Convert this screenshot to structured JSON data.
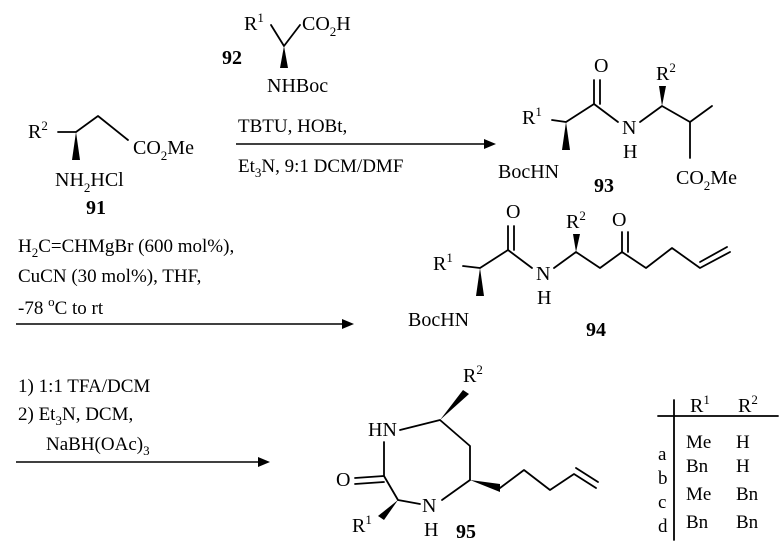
{
  "compound_numbers": {
    "c91": "91",
    "c92": "92",
    "c93": "93",
    "c94": "94",
    "c95": "95"
  },
  "reagent_92": {
    "r1": "R",
    "r1_sup": "1",
    "acid": "CO",
    "acid_sub": "2",
    "acid_end": "H",
    "nhboc": "NHBoc"
  },
  "compound_91": {
    "r2": "R",
    "r2_sup": "2",
    "ester": "CO",
    "ester_sub": "2",
    "ester_end": "Me",
    "amine": "NH",
    "amine_sub": "2",
    "amine_end": "HCl"
  },
  "step1": {
    "line1": "TBTU, HOBt,",
    "line2_a": "Et",
    "line2_sub": "3",
    "line2_b": "N, 9:1 DCM/DMF"
  },
  "compound_93": {
    "r1": "R",
    "r1_sup": "1",
    "r2": "R",
    "r2_sup": "2",
    "o": "O",
    "n": "N",
    "h": "H",
    "bochn": "BocHN",
    "ester": "CO",
    "ester_sub": "2",
    "ester_end": "Me"
  },
  "step2": {
    "line1_a": "H",
    "line1_sub": "2",
    "line1_b": "C=CHMgBr (600 mol%),",
    "line2": "CuCN (30 mol%), THF,",
    "line3_a": "-78 ",
    "line3_sup": "o",
    "line3_b": "C to  rt"
  },
  "compound_94": {
    "r1": "R",
    "r1_sup": "1",
    "r2": "R",
    "r2_sup": "2",
    "o1": "O",
    "o2": "O",
    "n": "N",
    "h": "H",
    "bochn": "BocHN"
  },
  "step3": {
    "line1": "1) 1:1 TFA/DCM",
    "line2_a": "2) Et",
    "line2_sub": "3",
    "line2_b": "N, DCM,",
    "line3_a": "NaBH(OAc)",
    "line3_sub": "3"
  },
  "compound_95": {
    "hn": "HN",
    "o": "O",
    "n": "N",
    "h": "H",
    "r1": "R",
    "r1_sup": "1",
    "r2": "R",
    "r2_sup": "2"
  },
  "substituent_table": {
    "header_r1": "R",
    "header_r1_sup": "1",
    "header_r2": "R",
    "header_r2_sup": "2",
    "rows": [
      {
        "id": "a",
        "r1": "Me",
        "r2": "H"
      },
      {
        "id": "b",
        "r1": "Bn",
        "r2": "H"
      },
      {
        "id": "c",
        "r1": "Me",
        "r2": "Bn"
      },
      {
        "id": "d",
        "r1": "Bn",
        "r2": "Bn"
      }
    ]
  }
}
